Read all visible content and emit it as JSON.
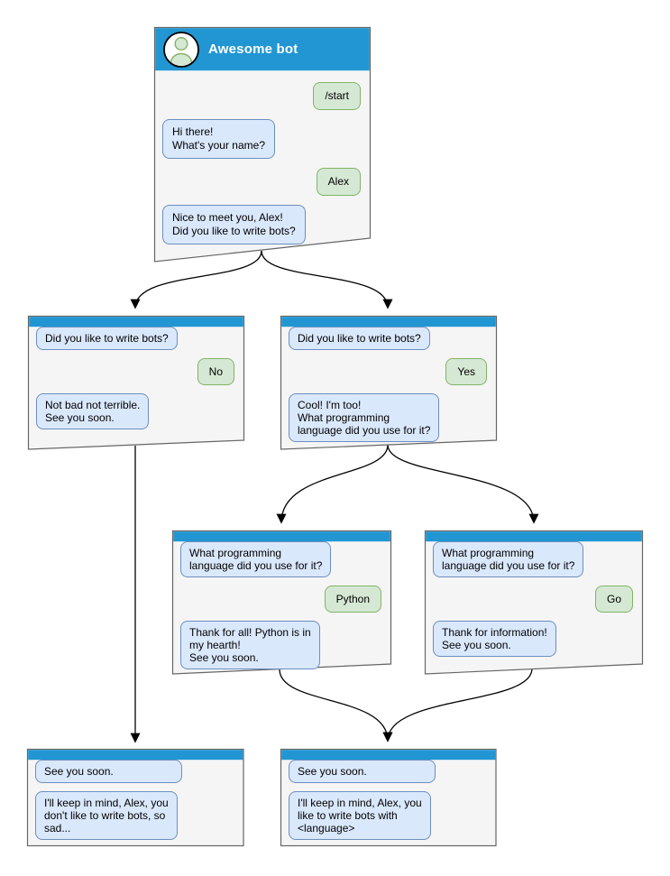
{
  "colors": {
    "header_blue": "#2196d3",
    "window_bg": "#f5f5f5",
    "window_border": "#666666",
    "bot_bubble_bg": "#dae8fc",
    "bot_bubble_border": "#6c8ebf",
    "user_bubble_bg": "#d5e8d4",
    "user_bubble_border": "#82b366",
    "connector": "#000000"
  },
  "root_window": {
    "title": "Awesome bot",
    "avatar_icon": "person-icon",
    "messages": [
      {
        "from": "user",
        "text": "/start"
      },
      {
        "from": "bot",
        "text": "Hi there!\nWhat's your name?"
      },
      {
        "from": "user",
        "text": "Alex"
      },
      {
        "from": "bot",
        "text": "Nice to meet you, Alex!\nDid you like to write bots?"
      }
    ]
  },
  "windows": [
    {
      "id": "no-branch",
      "messages": [
        {
          "from": "bot",
          "text": "Did you like to write bots?"
        },
        {
          "from": "user",
          "text": "No"
        },
        {
          "from": "bot",
          "text": "Not bad not terrible.\nSee you soon."
        }
      ]
    },
    {
      "id": "yes-branch",
      "messages": [
        {
          "from": "bot",
          "text": "Did you like to write bots?"
        },
        {
          "from": "user",
          "text": "Yes"
        },
        {
          "from": "bot",
          "text": "Cool! I'm too!\nWhat programming\nlanguage did you use for it?"
        }
      ]
    },
    {
      "id": "python-branch",
      "messages": [
        {
          "from": "bot",
          "text": "What programming\nlanguage did you use for it?"
        },
        {
          "from": "user",
          "text": "Python"
        },
        {
          "from": "bot",
          "text": "Thank for all! Python is in\nmy hearth!\nSee you soon."
        }
      ]
    },
    {
      "id": "go-branch",
      "messages": [
        {
          "from": "bot",
          "text": "What programming\nlanguage did you use for it?"
        },
        {
          "from": "user",
          "text": "Go"
        },
        {
          "from": "bot",
          "text": "Thank for information!\nSee you soon."
        }
      ]
    },
    {
      "id": "end-no",
      "messages": [
        {
          "from": "bot",
          "text": "See you soon."
        },
        {
          "from": "bot",
          "text": "I'll keep in mind, Alex, you\ndon't like to write bots, so\nsad..."
        }
      ]
    },
    {
      "id": "end-yes",
      "messages": [
        {
          "from": "bot",
          "text": "See you soon."
        },
        {
          "from": "bot",
          "text": "I'll keep in mind, Alex, you\nlike to write bots with\n<language>"
        }
      ]
    }
  ]
}
